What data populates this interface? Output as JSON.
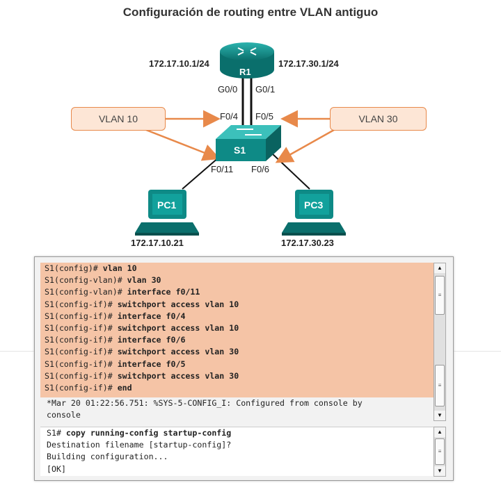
{
  "title": "Configuración de routing entre VLAN antiguo",
  "router": {
    "name": "R1",
    "ip_left": "172.17.10.1/24",
    "ip_right": "172.17.30.1/24",
    "port_left": "G0/0",
    "port_right": "G0/1"
  },
  "switch": {
    "name": "S1",
    "port_f04": "F0/4",
    "port_f05": "F0/5",
    "port_f011": "F0/11",
    "port_f06": "F0/6"
  },
  "vlans": {
    "left": "VLAN 10",
    "right": "VLAN 30"
  },
  "pcs": [
    {
      "name": "PC1",
      "ip": "172.17.10.21"
    },
    {
      "name": "PC3",
      "ip": "172.17.30.23"
    }
  ],
  "colors": {
    "device_teal": "#0f8f8c",
    "vlan_border": "#e8894a",
    "vlan_fill": "#fde6d6",
    "console_highlight": "#f5c4a6"
  },
  "console": {
    "commands": [
      {
        "prompt": "S1(config)# ",
        "cmd": "vlan 10"
      },
      {
        "prompt": "S1(config-vlan)# ",
        "cmd": "vlan 30"
      },
      {
        "prompt": "S1(config-vlan)# ",
        "cmd": "interface f0/11"
      },
      {
        "prompt": "S1(config-if)# ",
        "cmd": "switchport access vlan 10"
      },
      {
        "prompt": "S1(config-if)# ",
        "cmd": "interface f0/4"
      },
      {
        "prompt": "S1(config-if)# ",
        "cmd": "switchport access vlan 10"
      },
      {
        "prompt": "S1(config-if)# ",
        "cmd": "interface f0/6"
      },
      {
        "prompt": "S1(config-if)# ",
        "cmd": "switchport access vlan 30"
      },
      {
        "prompt": "S1(config-if)# ",
        "cmd": "interface f0/5"
      },
      {
        "prompt": "S1(config-if)# ",
        "cmd": "switchport access vlan 30"
      },
      {
        "prompt": "S1(config-if)# ",
        "cmd": "end"
      }
    ],
    "log_line1": "*Mar 20 01:22:56.751: %SYS-5-CONFIG_I: Configured from console by",
    "log_line2": "console",
    "second": [
      {
        "prompt": "S1# ",
        "cmd": "copy running-config startup-config"
      },
      {
        "prompt": "",
        "cmd": "Destination filename [startup-config]?",
        "plain": true
      },
      {
        "prompt": "",
        "cmd": "Building configuration...",
        "plain": true
      },
      {
        "prompt": "",
        "cmd": "[OK]",
        "plain": true
      }
    ]
  }
}
